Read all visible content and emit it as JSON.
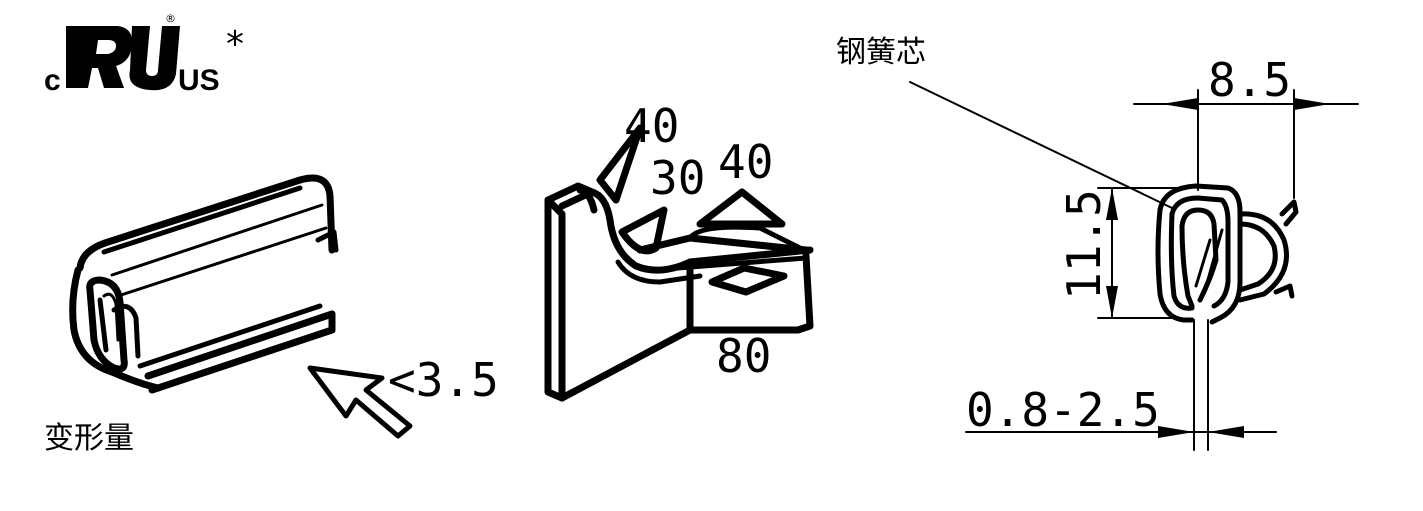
{
  "certification": {
    "logo_left": "c",
    "logo_right": "US",
    "registered_mark": "®",
    "asterisk": "*"
  },
  "labels": {
    "deformation": "变形量",
    "steel_core": "钢簧芯"
  },
  "dimensions": {
    "deformation_value": "<3.5",
    "angle_top": "40",
    "angle_inner": "30",
    "angle_right": "40",
    "angle_bottom": "80",
    "width": "8.5",
    "height": "11.5",
    "clamp_range": "0.8-2.5"
  }
}
